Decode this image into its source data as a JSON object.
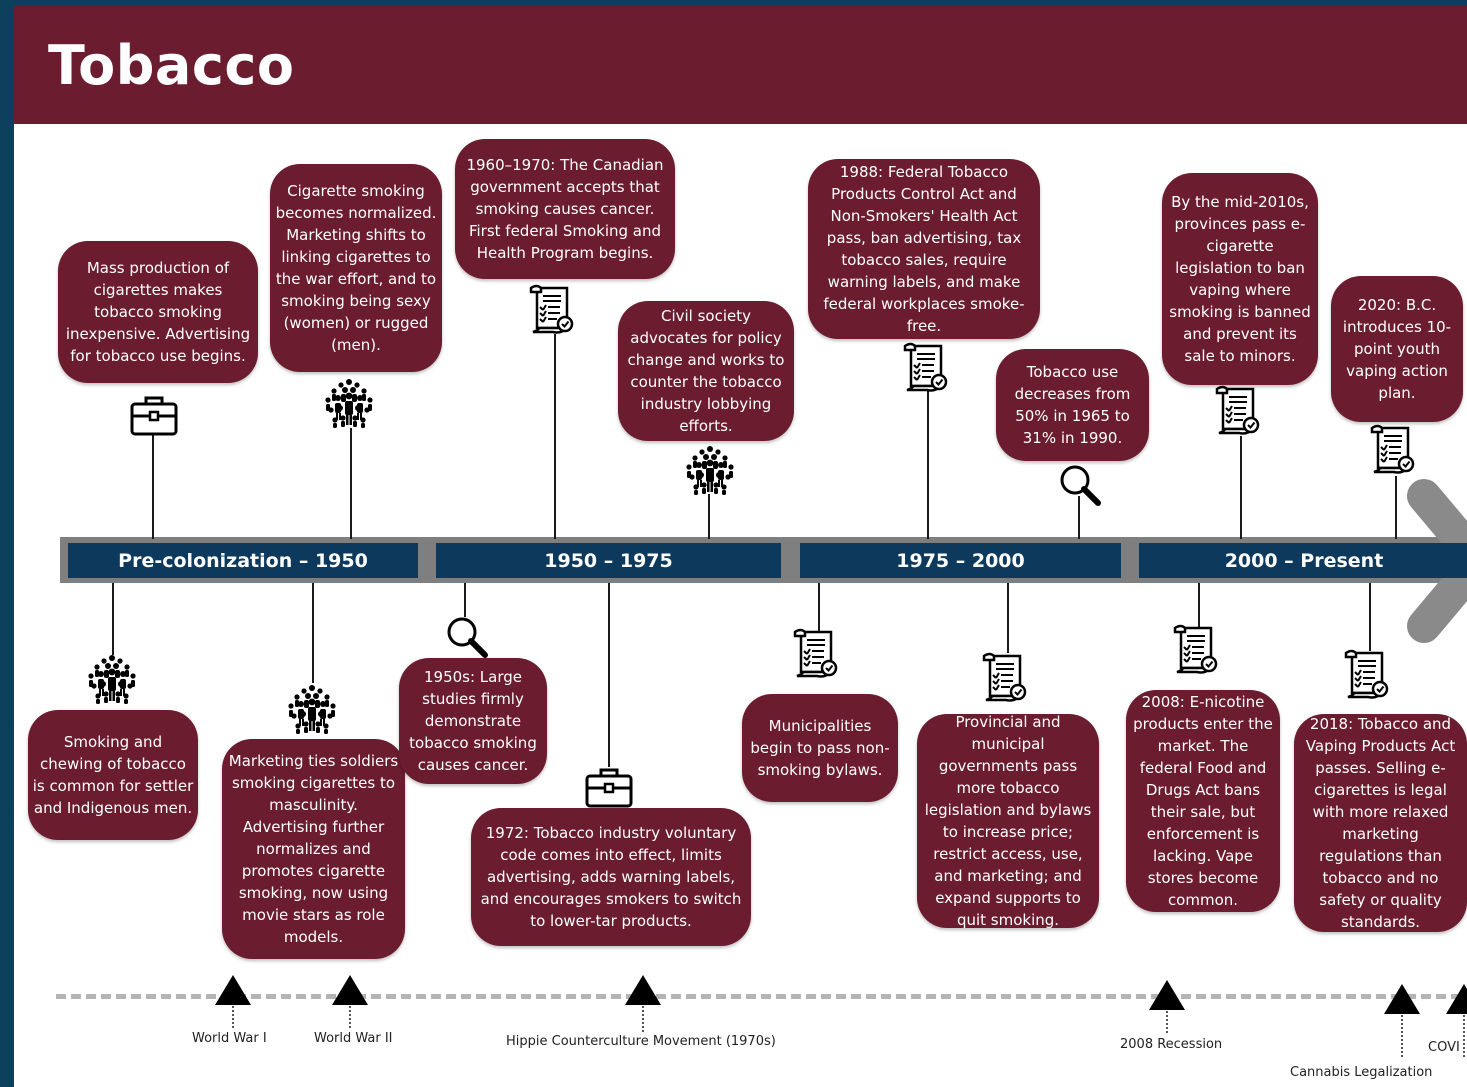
{
  "title": "Tobacco",
  "colors": {
    "bubble": "#6b1d2f",
    "era_bar": "#0d3a5c",
    "band": "#7f7f7f"
  },
  "eras": [
    "Pre-colonization – 1950",
    "1950 – 1975",
    "1975 – 2000",
    "2000 – Present"
  ],
  "above": [
    {
      "text": "Mass production of cigarettes makes tobacco smoking inexpensive. Advertising for tobacco use begins.",
      "icon": "briefcase-icon"
    },
    {
      "text": "Cigarette smoking becomes normalized. Marketing shifts to linking cigarettes to the war effort, and to smoking being sexy (women) or rugged (men).",
      "icon": "crowd-icon"
    },
    {
      "text": "1960–1970: The Canadian government accepts that smoking causes cancer. First federal Smoking and Health Program begins.",
      "icon": "policy-document-icon"
    },
    {
      "text": "Civil society advocates for policy change and works to counter the tobacco industry lobbying efforts.",
      "icon": "crowd-icon"
    },
    {
      "text": "1988: Federal Tobacco Products Control Act and Non-Smokers' Health Act pass, ban advertising, tax tobacco sales, require warning labels, and make federal workplaces smoke-free.",
      "icon": "policy-document-icon"
    },
    {
      "text": "Tobacco use decreases from 50% in 1965 to 31% in 1990.",
      "icon": "magnifier-icon"
    },
    {
      "text": "By the mid-2010s, provinces pass e-cigarette legislation to ban vaping where smoking is banned and prevent its sale to minors.",
      "icon": "policy-document-icon"
    },
    {
      "text": "2020: B.C. introduces 10-point youth vaping action plan.",
      "icon": "policy-document-icon"
    }
  ],
  "below": [
    {
      "text": "Smoking and chewing of tobacco is common for settler and Indigenous men.",
      "icon": "crowd-icon"
    },
    {
      "text": "Marketing ties soldiers smoking cigarettes to masculinity. Advertising further normalizes and promotes cigarette smoking, now using movie stars as role models.",
      "icon": "crowd-icon"
    },
    {
      "text": "1950s: Large studies firmly demonstrate tobacco smoking causes cancer.",
      "icon": "magnifier-icon"
    },
    {
      "text": "1972: Tobacco industry voluntary code comes into effect, limits advertising, adds warning labels, and encourages smokers to switch to lower-tar products.",
      "icon": "briefcase-icon"
    },
    {
      "text": "Municipalities begin to pass non-smoking bylaws.",
      "icon": "policy-document-icon"
    },
    {
      "text": "Provincial and municipal governments pass more tobacco legislation and bylaws to increase price; restrict access, use, and marketing; and expand supports to quit smoking.",
      "icon": "policy-document-icon"
    },
    {
      "text": "2008: E-nicotine products enter the market. The federal Food and Drugs Act bans their sale, but enforcement is lacking. Vape stores become common.",
      "icon": "policy-document-icon"
    },
    {
      "text": "2018: Tobacco and Vaping Products Act passes. Selling e-cigarettes is legal with more relaxed marketing regulations than tobacco and no safety or quality standards.",
      "icon": "policy-document-icon"
    }
  ],
  "events": [
    "World War I",
    "World War II",
    "Hippie Counterculture Movement (1970s)",
    "2008 Recession",
    "Cannabis Legalization",
    "COVI"
  ]
}
